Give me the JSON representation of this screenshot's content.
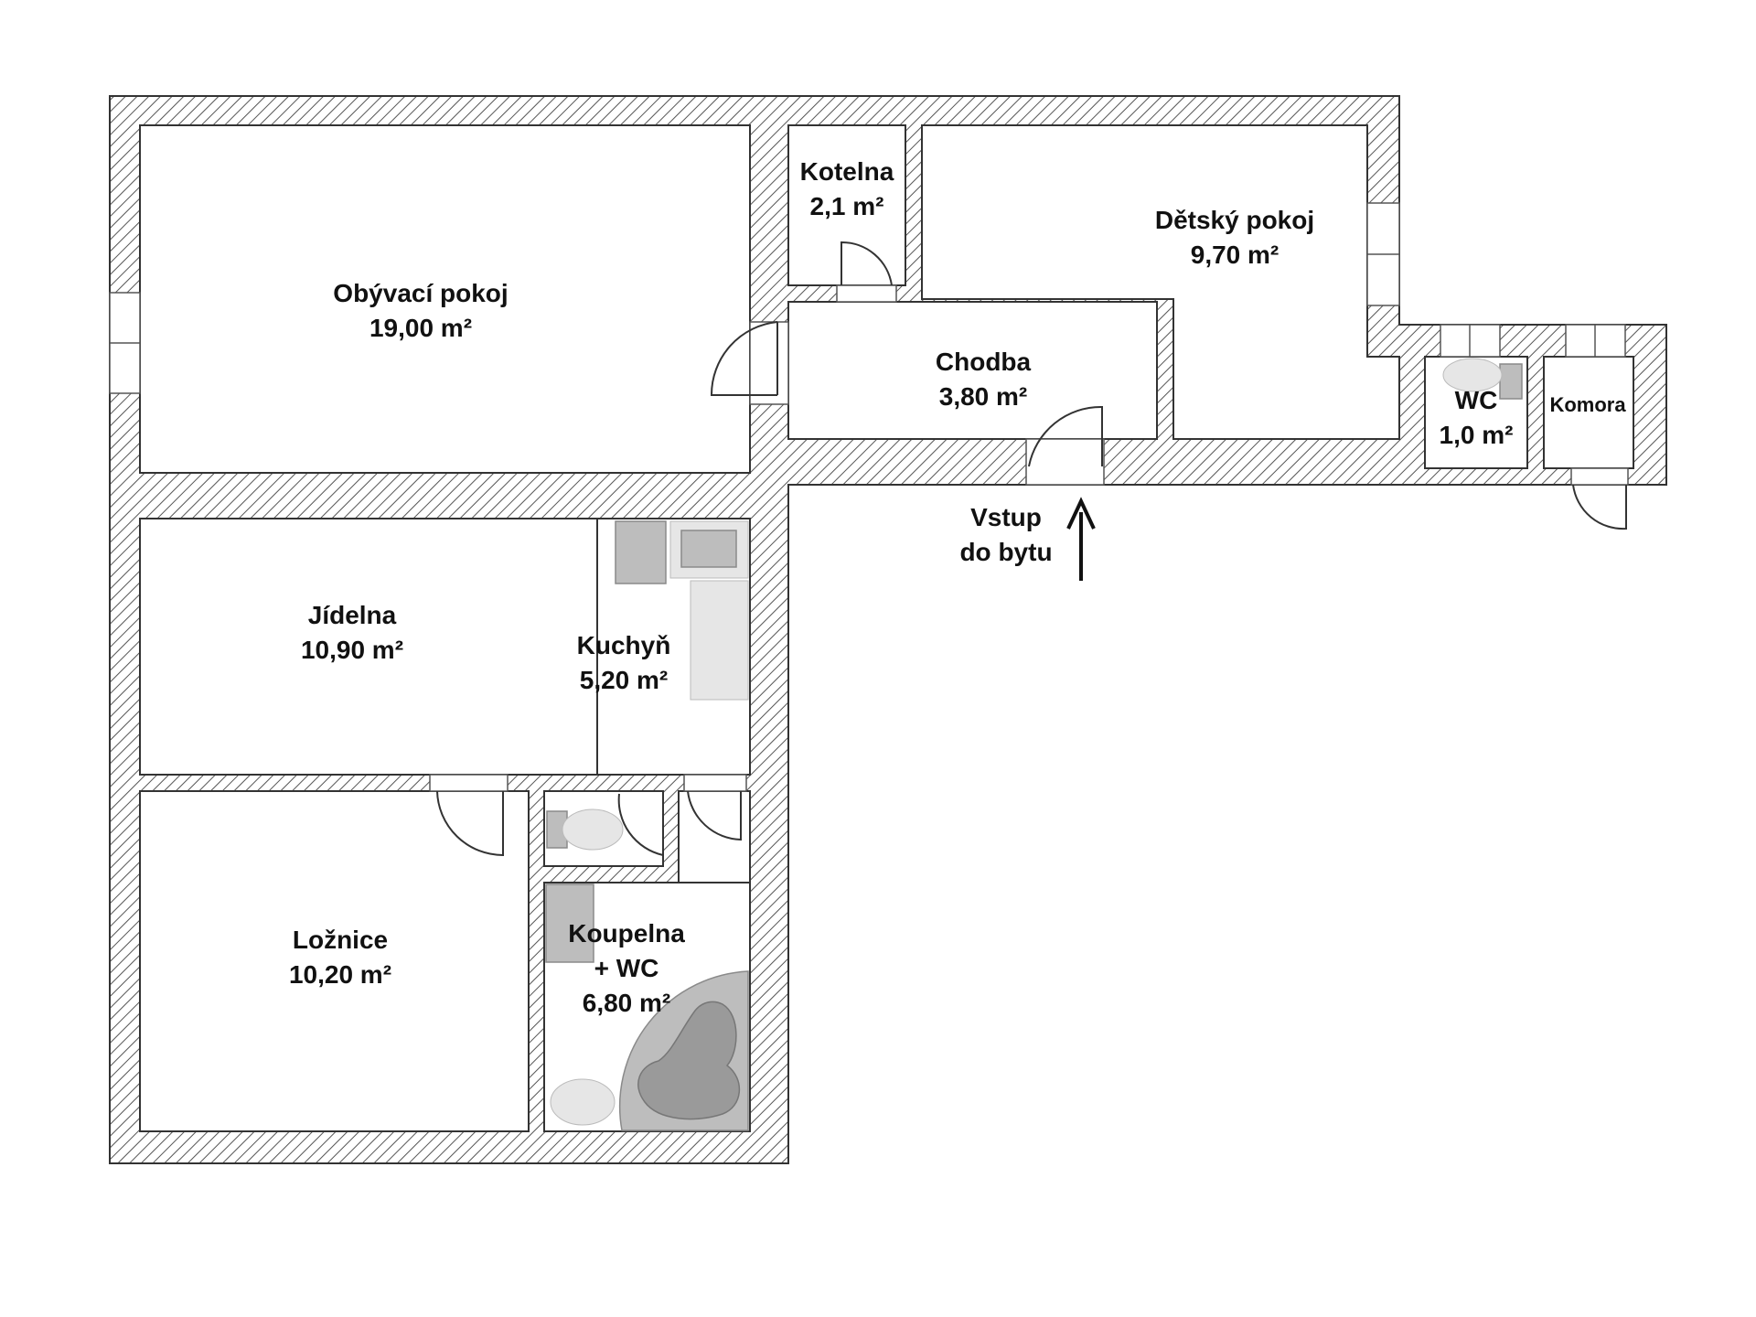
{
  "rooms": {
    "obyvaci": {
      "name": "Obývací pokoj",
      "area": "19,00 m²"
    },
    "kotelna": {
      "name": "Kotelna",
      "area": "2,1 m²"
    },
    "detsky": {
      "name": "Dětský pokoj",
      "area": "9,70 m²"
    },
    "chodba": {
      "name": "Chodba",
      "area": "3,80 m²"
    },
    "wc": {
      "name": "WC",
      "area": "1,0 m²"
    },
    "komora": {
      "name": "Komora"
    },
    "jidelna": {
      "name": "Jídelna",
      "area": "10,90 m²"
    },
    "kuchyn": {
      "name": "Kuchyň",
      "area": "5,20 m²"
    },
    "loznice": {
      "name": "Ložnice",
      "area": "10,20 m²"
    },
    "koupelna": {
      "line1": "Koupelna",
      "line2": "+ WC",
      "area": "6,80 m²"
    }
  },
  "entrance": {
    "line1": "Vstup",
    "line2": "do bytu"
  }
}
